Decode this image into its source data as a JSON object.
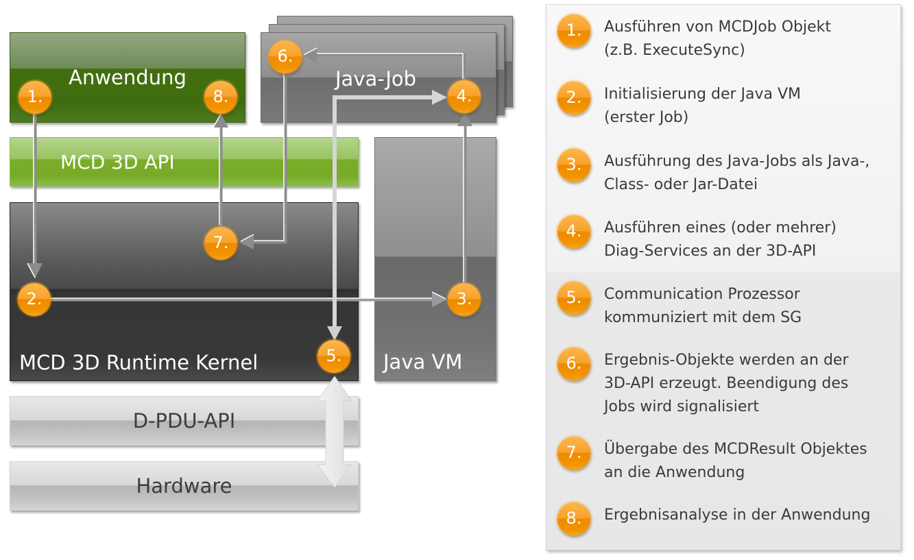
{
  "diagram": {
    "boxes": {
      "application": "Anwendung",
      "mcd_3d_api": "MCD 3D API",
      "runtime_kernel": "MCD 3D Runtime Kernel",
      "java_job": "Java-Job",
      "java_vm": "Java VM",
      "d_pdu_api": "D-PDU-API",
      "hardware": "Hardware"
    },
    "badges": {
      "b1": "1.",
      "b2": "2.",
      "b3": "3.",
      "b4": "4.",
      "b5": "5.",
      "b6": "6.",
      "b7": "7.",
      "b8": "8."
    },
    "colors": {
      "badge_orange": "#f29400",
      "application_green": "#436f10",
      "api_green": "#7aad2a",
      "kernel_dark": "#363636",
      "java_gray": "#7a7a7a"
    }
  },
  "legend": {
    "items": [
      {
        "badge": "1.",
        "lines": [
          "Ausführen  von MCDJob Objekt",
          "(z.B. ExecuteSync)"
        ]
      },
      {
        "badge": "2.",
        "lines": [
          "Initialisierung der Java VM",
          "(erster  Job)"
        ]
      },
      {
        "badge": "3.",
        "lines": [
          "Ausführung  des Java-Jobs als Java-,",
          "Class- oder Jar-Datei"
        ]
      },
      {
        "badge": "4.",
        "lines": [
          "Ausführen  eines (oder mehrer)",
          "Diag-Services an der 3D-API"
        ]
      },
      {
        "badge": "5.",
        "lines": [
          "Communication Prozessor",
          "kommuniziert mit dem SG"
        ]
      },
      {
        "badge": "6.",
        "lines": [
          "Ergebnis-Objekte werden an der",
          "3D-API erzeugt. Beendigung des",
          "Jobs wird signalisiert"
        ]
      },
      {
        "badge": "7.",
        "lines": [
          "Übergabe des MCDResult Objektes",
          "an die Anwendung"
        ]
      },
      {
        "badge": "8.",
        "lines": [
          "Ergebnisanalyse in der Anwendung"
        ]
      }
    ]
  }
}
